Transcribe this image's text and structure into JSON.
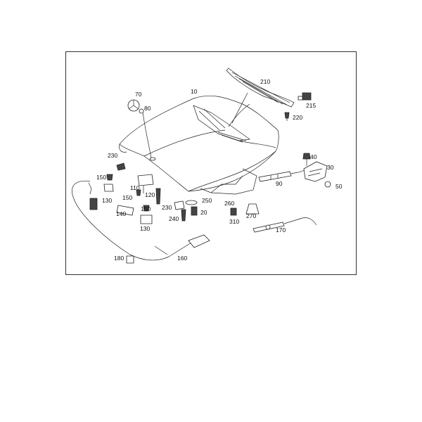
{
  "diagram": {
    "labels": [
      {
        "id": "p10",
        "text": "10"
      },
      {
        "id": "p20",
        "text": "20"
      },
      {
        "id": "p30",
        "text": "30"
      },
      {
        "id": "p40",
        "text": "40"
      },
      {
        "id": "p50",
        "text": "50"
      },
      {
        "id": "p70",
        "text": "70"
      },
      {
        "id": "p80",
        "text": "80"
      },
      {
        "id": "p90",
        "text": "90"
      },
      {
        "id": "p110",
        "text": "110"
      },
      {
        "id": "p120",
        "text": "120"
      },
      {
        "id": "p130a",
        "text": "130"
      },
      {
        "id": "p130b",
        "text": "130"
      },
      {
        "id": "p140",
        "text": "140"
      },
      {
        "id": "p150a",
        "text": "150"
      },
      {
        "id": "p150b",
        "text": "150"
      },
      {
        "id": "p150c",
        "text": "150"
      },
      {
        "id": "p160",
        "text": "160"
      },
      {
        "id": "p170",
        "text": "170"
      },
      {
        "id": "p180",
        "text": "180"
      },
      {
        "id": "p210",
        "text": "210"
      },
      {
        "id": "p215",
        "text": "215"
      },
      {
        "id": "p220",
        "text": "220"
      },
      {
        "id": "p230a",
        "text": "230"
      },
      {
        "id": "p230b",
        "text": "230"
      },
      {
        "id": "p240",
        "text": "240"
      },
      {
        "id": "p250",
        "text": "250"
      },
      {
        "id": "p260",
        "text": "260"
      },
      {
        "id": "p270",
        "text": "270"
      },
      {
        "id": "p310",
        "text": "310"
      }
    ]
  }
}
